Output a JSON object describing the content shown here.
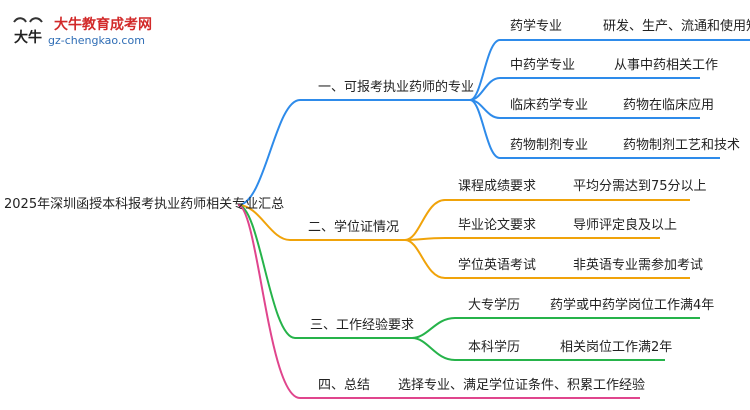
{
  "logo": {
    "brand": "大牛教育成考网",
    "url": "gz-chengkao.com",
    "icon": "bull-logo-icon",
    "icon_text": "大牛"
  },
  "mindmap": {
    "root": "2025年深圳函授本科报考执业药师相关专业汇总",
    "branches": [
      {
        "label": "一、可报考执业药师的专业",
        "color": "#2e8bea",
        "children": [
          {
            "name": "药学专业",
            "detail": "研发、生产、流通和使用知识"
          },
          {
            "name": "中药学专业",
            "detail": "从事中药相关工作"
          },
          {
            "name": "临床药学专业",
            "detail": "药物在临床应用"
          },
          {
            "name": "药物制剂专业",
            "detail": "药物制剂工艺和技术"
          }
        ]
      },
      {
        "label": "二、学位证情况",
        "color": "#f0a30a",
        "children": [
          {
            "name": "课程成绩要求",
            "detail": "平均分需达到75分以上"
          },
          {
            "name": "毕业论文要求",
            "detail": "导师评定良及以上"
          },
          {
            "name": "学位英语考试",
            "detail": "非英语专业需参加考试"
          }
        ]
      },
      {
        "label": "三、工作经验要求",
        "color": "#26b34a",
        "children": [
          {
            "name": "大专学历",
            "detail": "药学或中药学岗位工作满4年"
          },
          {
            "name": "本科学历",
            "detail": "相关岗位工作满2年"
          }
        ]
      },
      {
        "label": "四、总结",
        "color": "#e0458d",
        "children": [
          {
            "name": "选择专业、满足学位证条件、积累工作经验",
            "detail": ""
          }
        ]
      }
    ]
  }
}
